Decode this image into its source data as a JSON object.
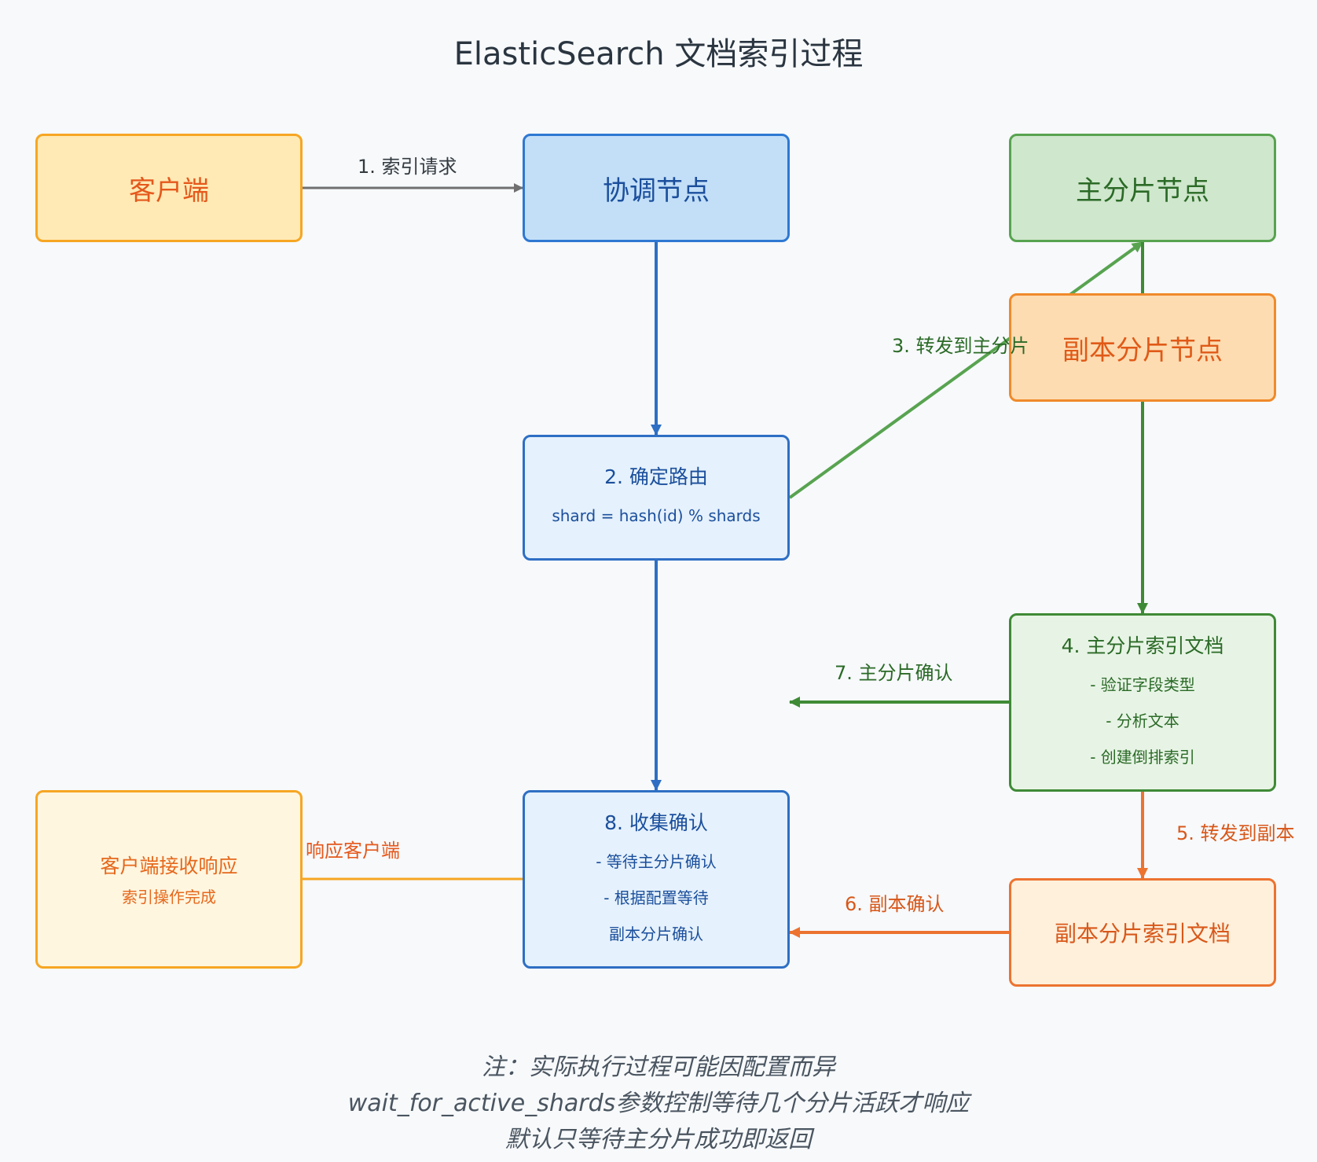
{
  "title": "ElasticSearch 文档索引过程",
  "nodes": {
    "client": {
      "label": "客户端"
    },
    "coordinator": {
      "label": "协调节点"
    },
    "primary_node": {
      "label": "主分片节点"
    },
    "replica_node": {
      "label": "副本分片节点"
    },
    "routing": {
      "label": "2. 确定路由",
      "detail": "shard = hash(id) % shards"
    },
    "primary_index": {
      "label": "4. 主分片索引文档",
      "lines": [
        "- 验证字段类型",
        "- 分析文本",
        "- 创建倒排索引"
      ]
    },
    "collect": {
      "label": "8. 收集确认",
      "lines": [
        "- 等待主分片确认",
        "- 根据配置等待",
        "副本分片确认"
      ]
    },
    "client_receive": {
      "label": "客户端接收响应",
      "detail": "索引操作完成"
    },
    "replica_index": {
      "label": "副本分片索引文档"
    }
  },
  "edges": {
    "step1": "1. 索引请求",
    "step3": "3. 转发到主分片",
    "step5": "5. 转发到副本",
    "step6": "6. 副本确认",
    "step7": "7. 主分片确认",
    "response": "响应客户端"
  },
  "colors": {
    "gray_arrow": "#707070",
    "blue_arrow": "#2e6fc4",
    "green_arrow": "#58a350",
    "dark_green_arrow": "#3f8a36",
    "orange_arrow": "#ec7330",
    "yellow_line": "#f6a623"
  },
  "note": {
    "lines": [
      "注：实际执行过程可能因配置而异",
      "wait_for_active_shards参数控制等待几个分片活跃才响应",
      "默认只等待主分片成功即返回"
    ]
  }
}
